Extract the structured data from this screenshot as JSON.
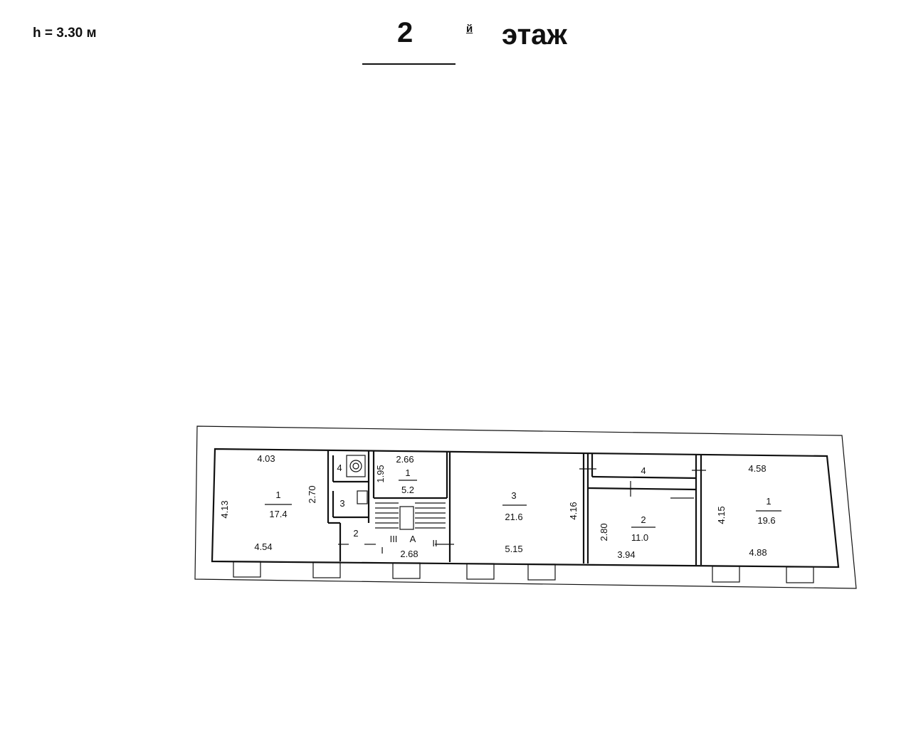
{
  "header": {
    "ceiling_height": "h = 3.30 м",
    "floor_number": "2",
    "floor_suffix": "й",
    "floor_word": "этаж"
  },
  "plan": {
    "rooms": {
      "w1": {
        "num": "1",
        "area": "17.4",
        "top": "4.03",
        "bottom": "4.54",
        "left": "4.13",
        "right": "2.70"
      },
      "w4": {
        "num": "4"
      },
      "w3": {
        "num": "3"
      },
      "w2": {
        "num": "2"
      },
      "st1": {
        "num": "1",
        "area": "5.2",
        "top": "2.66",
        "left": "1.95"
      },
      "stair": {
        "label": "A",
        "r1": "I",
        "r2": "II",
        "r3": "III",
        "bottom": "2.68"
      },
      "m3": {
        "num": "3",
        "area": "21.6",
        "bottom": "5.15",
        "right": "4.16"
      },
      "e4": {
        "num": "4"
      },
      "e2": {
        "num": "2",
        "area": "11.0",
        "left": "2.80",
        "bottom": "3.94"
      },
      "e1": {
        "num": "1",
        "area": "19.6",
        "top": "4.58",
        "bottom": "4.88",
        "left": "4.15"
      }
    }
  }
}
